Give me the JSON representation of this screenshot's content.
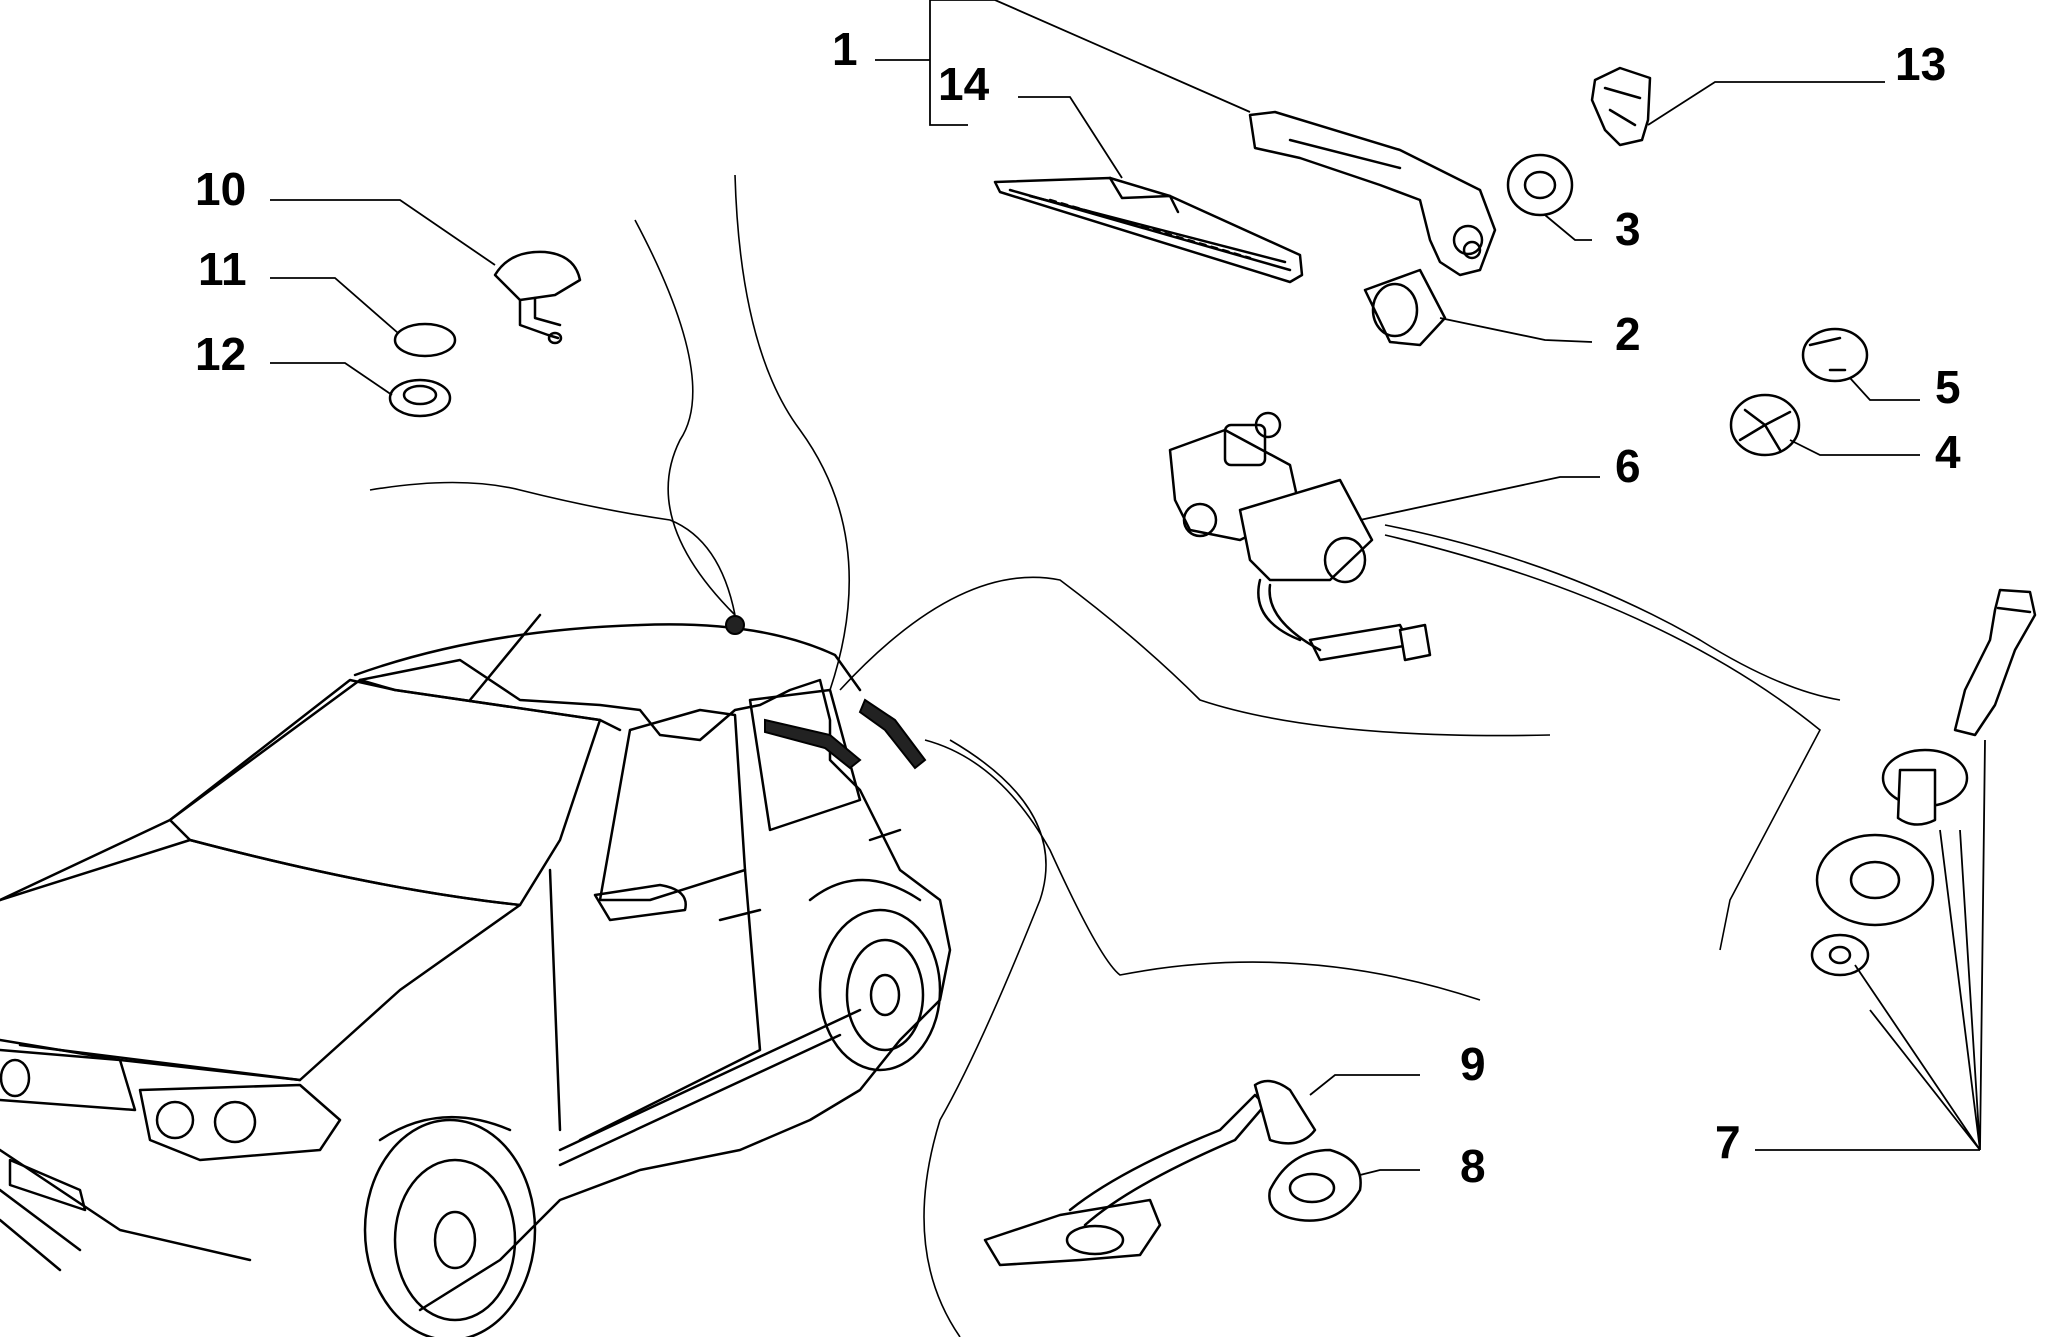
{
  "callouts": {
    "c1": "1",
    "c2": "2",
    "c3": "3",
    "c4": "4",
    "c5": "5",
    "c6": "6",
    "c7": "7",
    "c8": "8",
    "c9": "9",
    "c10": "10",
    "c11": "11",
    "c12": "12",
    "c13": "13",
    "c14": "14"
  },
  "colors": {
    "line": "#000000",
    "background": "#ffffff"
  },
  "icons": [
    "car-illustration",
    "wiper-arm",
    "wiper-blade",
    "wiper-motor",
    "washer-nozzle",
    "washer-hose"
  ]
}
